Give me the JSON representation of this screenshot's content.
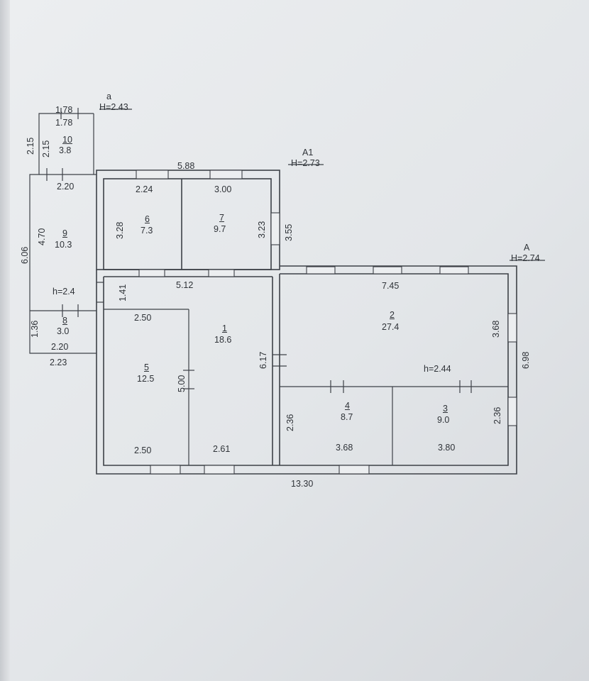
{
  "plan": {
    "blocks": {
      "a": {
        "letter": "a",
        "height": "H=2.43"
      },
      "a1": {
        "letter": "A1",
        "height": "H=2.73"
      },
      "main": {
        "letter": "A",
        "height": "H=2.74"
      }
    },
    "rooms": [
      {
        "id": "r1",
        "number": "1",
        "area": "18.6"
      },
      {
        "id": "r2",
        "number": "2",
        "area": "27.4"
      },
      {
        "id": "r3",
        "number": "3",
        "area": "9.0"
      },
      {
        "id": "r4",
        "number": "4",
        "area": "8.7"
      },
      {
        "id": "r5",
        "number": "5",
        "area": "12.5"
      },
      {
        "id": "r6",
        "number": "6",
        "area": "7.3"
      },
      {
        "id": "r7",
        "number": "7",
        "area": "9.7"
      },
      {
        "id": "r8",
        "number": "8",
        "area": "3.0"
      },
      {
        "id": "r9",
        "number": "9",
        "area": "10.3"
      },
      {
        "id": "r10",
        "number": "10",
        "area": "3.8"
      }
    ],
    "dimensions": {
      "d_178_top": "1.78",
      "d_178_inner": "1.78",
      "d_215_outer": "2.15",
      "d_215_inner": "2.15",
      "d_220_top": "2.20",
      "d_606": "6.06",
      "d_470": "4.70",
      "d_136": "1.36",
      "d_220_bottom": "2.20",
      "d_223": "2.23",
      "d_588": "5.88",
      "d_224": "2.24",
      "d_300": "3.00",
      "d_328": "3.28",
      "d_323": "3.23",
      "d_355": "3.55",
      "d_512": "5.12",
      "d_141": "1.41",
      "d_745": "7.45",
      "d_368_right": "3.68",
      "d_698": "6.98",
      "d_250_top": "2.50",
      "d_500": "5.00",
      "d_617": "6.17",
      "d_250_bottom": "2.50",
      "d_261": "2.61",
      "d_236_left": "2.36",
      "d_368_bottom": "3.68",
      "d_236_right": "2.36",
      "d_380": "3.80",
      "d_1330": "13.30"
    },
    "heights": {
      "h_24": "h=2.4",
      "h_244": "h=2.44"
    }
  }
}
